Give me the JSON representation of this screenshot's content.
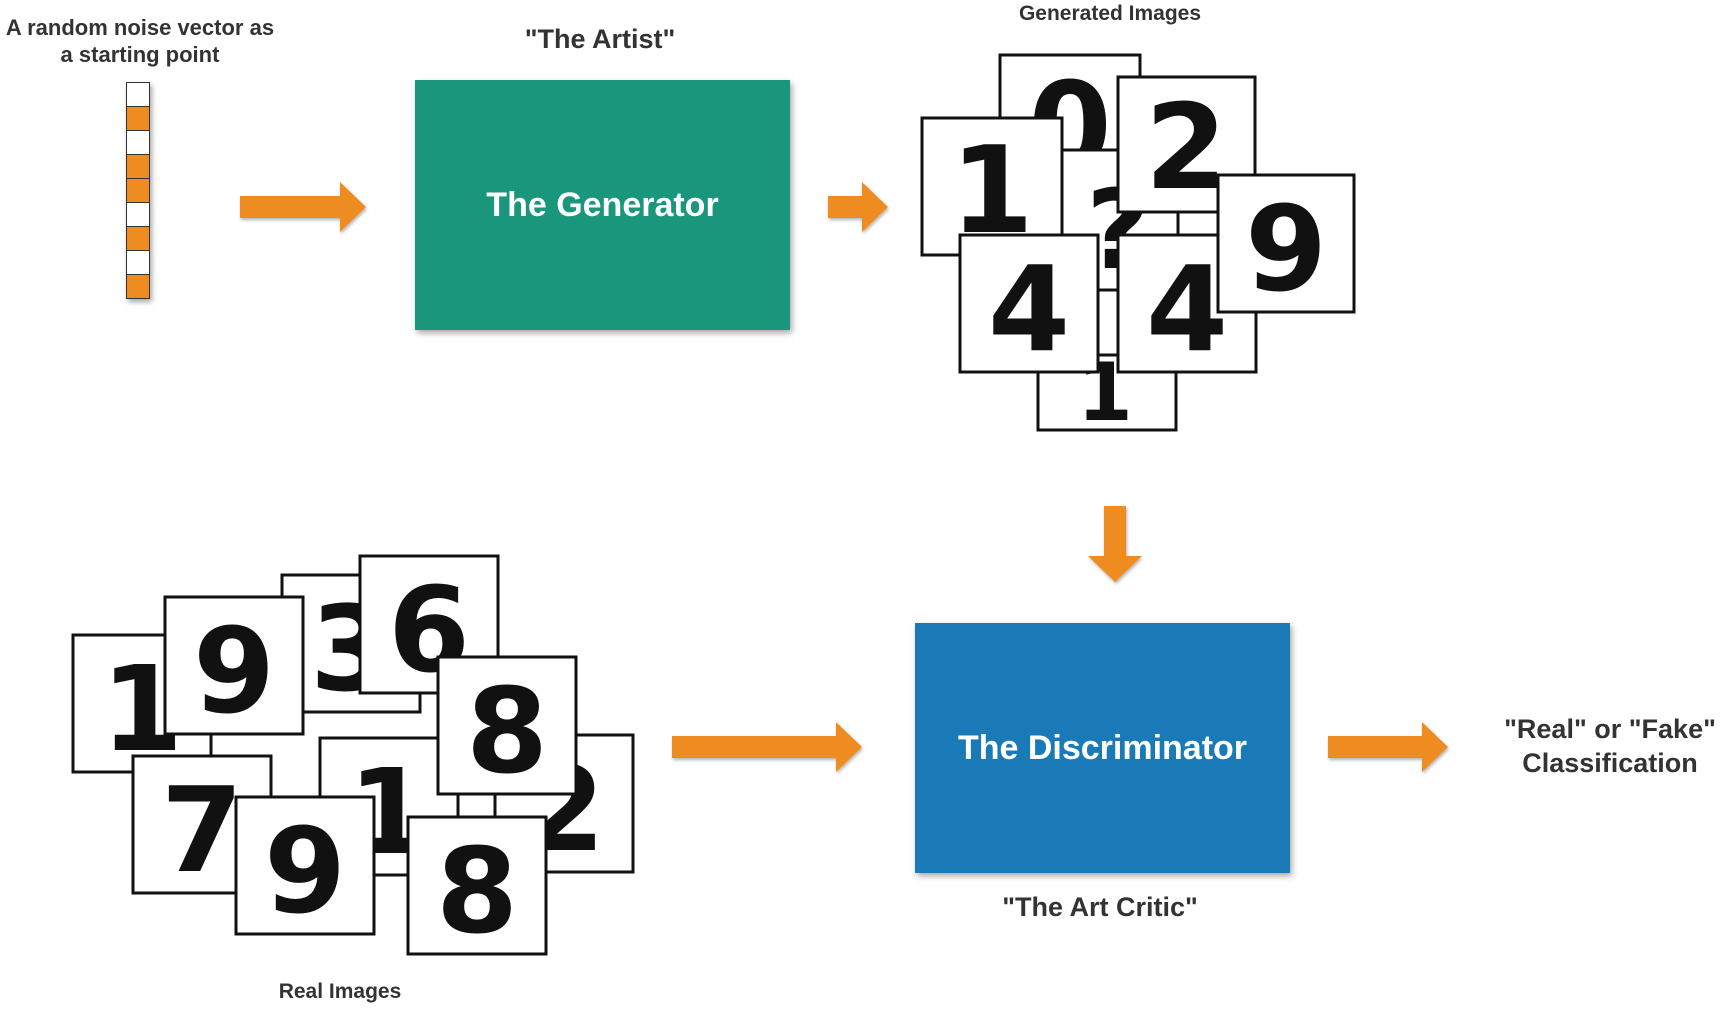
{
  "noise_label": "A random noise vector as a starting point",
  "artist_label": "\"The Artist\"",
  "generator_label": "The Generator",
  "generated_label": "Generated Images",
  "real_label": "Real Images",
  "discriminator_label": "The Discriminator",
  "critic_label": "\"The Art Critic\"",
  "output_label_line1": "\"Real\" or \"Fake\"",
  "output_label_line2": "Classification",
  "noise_cells": [
    0,
    1,
    0,
    1,
    1,
    0,
    1,
    0,
    1
  ],
  "colors": {
    "generator": "#1a967d",
    "discriminator": "#1a7ab8",
    "arrow": "#ee8c22",
    "noise_fill": "#ee8c22",
    "text": "#333333"
  },
  "generated_digits": [
    "0",
    "1",
    "2",
    "?",
    "9",
    "4",
    "4",
    "1"
  ],
  "real_digits": [
    "1",
    "3",
    "9",
    "6",
    "8",
    "7",
    "1",
    "9",
    "8",
    "2"
  ]
}
